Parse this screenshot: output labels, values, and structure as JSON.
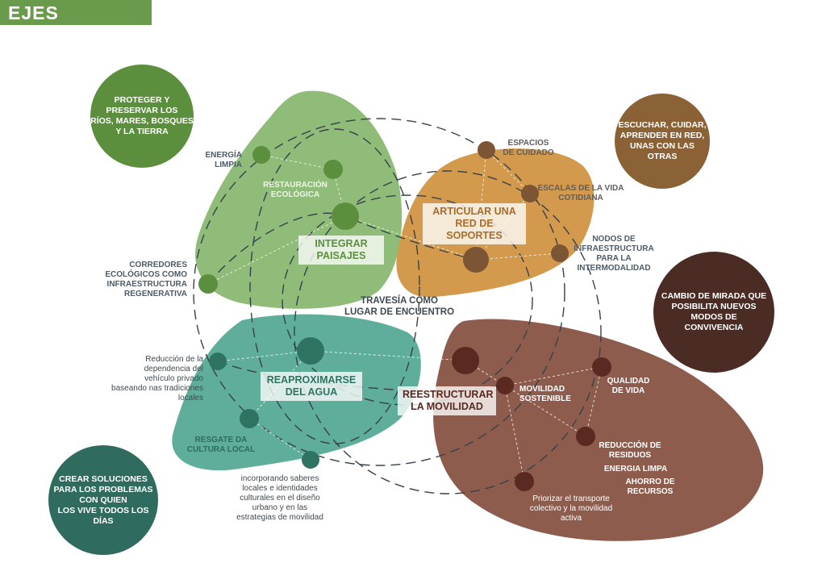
{
  "header": {
    "title": "EJES"
  },
  "colors": {
    "header_bg": "#6a9a4c",
    "paisajes": "#8fbc78",
    "soportes": "#d39a4d",
    "agua": "#5fae9c",
    "movilidad": "#8e5c4c",
    "node_green": "#5b8f3e",
    "node_brown": "#7c5534",
    "node_teal": "#2f7363",
    "node_maroon": "#5a2a22"
  },
  "corner_circles": [
    {
      "id": "proteger",
      "text": "PROTEGER Y\nPRESERVAR LOS\nRÍOS, MARES, BOSQUES\nY LA TIERRA",
      "color": "#5b8f3e"
    },
    {
      "id": "escuchar",
      "text": "ESCUCHAR, CUIDAR,\nAPRENDER EN RED,\nUNAS CON LAS\nOTRAS",
      "color": "#8a6236"
    },
    {
      "id": "cambio",
      "text": "CAMBIO DE MIRADA QUE\nPOSIBILITA NUEVOS\nMODOS DE\nCONVIVENCIA",
      "color": "#4a2c25"
    },
    {
      "id": "crear",
      "text": "CREAR SOLUCIONES\nPARA LOS PROBLEMAS\nCON QUIEN\nLOS VIVE TODOS LOS\nDÍAS",
      "color": "#2f6b5e"
    }
  ],
  "axes": {
    "paisajes": "INTEGRAR\nPAISAJES",
    "soportes": "ARTICULAR UNA\nRED DE SOPORTES",
    "agua": "REAPROXIMARSE\nDEL AGUA",
    "movilidad": "REESTRUCTURAR\nLA MOVILIDAD"
  },
  "center_label": "TRAVESÍA COMO\nLUGAR DE ENCUENTRO",
  "node_labels": {
    "energia_limpia": "ENERGÍA\nLIMPIA",
    "restauracion": "RESTAURACIÓN\nECOLÓGICA",
    "corredores": "CORREDORES\nECOLÓGICOS COMO\nINFRAESTRUCTURA\nREGENERATIVA",
    "espacios": "ESPACIOS\nDE CUIDADO",
    "escalas": "ESCALAS DE LA VIDA\nCOTIDIANA",
    "nodos": "NODOS DE\nINFRAESTRUCTURA\nPARA LA\nINTERMODALIDAD",
    "reduccion_dep": "Reducción de la\ndependencia del\nvehículo privado\nbaseando nas tradiciones\nlocales",
    "resgate": "RESGATE DA\nCULTURA LOCAL",
    "saberes": "incorporando saberes\nlocales e identidades\nculturales en el diseño\nurbano y en las\nestrategias de movilidad",
    "movilidad_sost": "MOVILIDAD\nSOSTENIBLE",
    "calidad": "QUALIDAD\nDE VIDA",
    "residuos": "REDUCCIÓN DE\nRESIDUOS",
    "energia_limpa": "ENERGIA LIMPA",
    "ahorro": "AHORRO DE\nRECURSOS",
    "transporte": "Priorizar el transporte\ncolectivo y la movilidad\nactiva"
  }
}
